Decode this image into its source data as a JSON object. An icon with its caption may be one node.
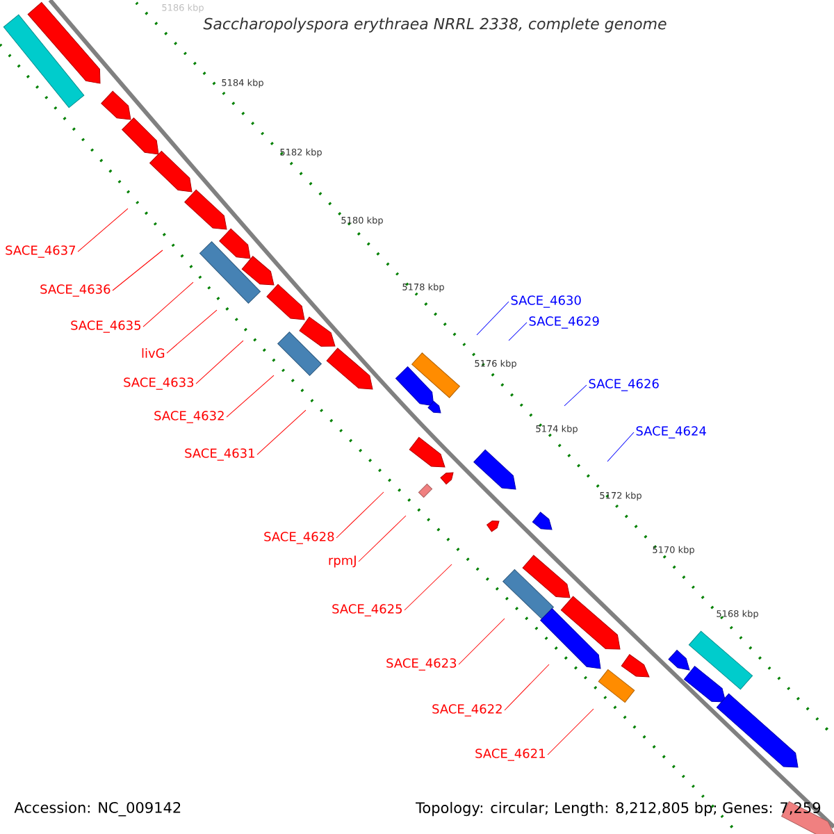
{
  "diagram": {
    "title": "*Saccharopolyspora erythraea* NRRL 2338, complete genome",
    "nodes": [
      {
        "text": [
          "SACE_4637"
        ]
      },
      {
        "text": [
          "SACE_4636"
        ]
      },
      {
        "text": [
          "SACE_4635"
        ]
      },
      {
        "text": [
          "livG"
        ]
      },
      {
        "text": [
          "SACE_4633"
        ]
      },
      {
        "text": [
          "SACE_4632"
        ]
      },
      {
        "text": [
          "SACE_4631"
        ]
      },
      {
        "text": [
          "SACE_4630"
        ]
      },
      {
        "text": [
          "SACE_4629"
        ]
      },
      {
        "text": [
          "SACE_4626"
        ]
      },
      {
        "text": [
          "SACE_4624"
        ]
      },
      {
        "text": [
          "SACE_4628"
        ]
      },
      {
        "text": [
          "rpmJ"
        ]
      },
      {
        "text": [
          "SACE_4625"
        ]
      },
      {
        "text": [
          "SACE_4623"
        ]
      },
      {
        "text": [
          "SACE_4622"
        ]
      },
      {
        "text": [
          "SACE_4621"
        ]
      }
    ],
    "edges": [
      {
        "from": 0,
        "to": null,
        "arrow": "none"
      },
      {
        "from": 1,
        "to": null,
        "arrow": "none"
      },
      {
        "from": 2,
        "to": null,
        "arrow": "none"
      },
      {
        "from": 3,
        "to": null,
        "arrow": "none"
      },
      {
        "from": 4,
        "to": null,
        "arrow": "none"
      },
      {
        "from": 5,
        "to": null,
        "arrow": "none"
      },
      {
        "from": 6,
        "to": null,
        "arrow": "none"
      },
      {
        "from": 7,
        "to": null,
        "arrow": "none",
        "color": "#0000ff"
      },
      {
        "from": 8,
        "to": null,
        "arrow": "none",
        "color": "#0000ff"
      },
      {
        "from": 9,
        "to": null,
        "arrow": "none",
        "color": "#0000ff"
      },
      {
        "from": 10,
        "to": null,
        "arrow": "none",
        "color": "#0000ff"
      },
      {
        "from": 11,
        "to": null,
        "arrow": "none"
      },
      {
        "from": 12,
        "to": null,
        "arrow": "none"
      },
      {
        "from": 13,
        "to": null,
        "arrow": "none"
      },
      {
        "from": 14,
        "to": null,
        "arrow": "none"
      },
      {
        "from": 15,
        "to": null,
        "arrow": "none"
      },
      {
        "from": 16,
        "to": null,
        "arrow": "none"
      }
    ],
    "labels": [
      "5186 kbp",
      "5184 kbp",
      "5182 kbp",
      "5180 kbp",
      "5178 kbp",
      "5176 kbp",
      "5174 kbp",
      "5172 kbp",
      "5170 kbp",
      "5168 kbp",
      "Accession: NC_009142",
      "Topology: circular; Length: 8,212,805 bp; Genes: 7,259"
    ]
  }
}
